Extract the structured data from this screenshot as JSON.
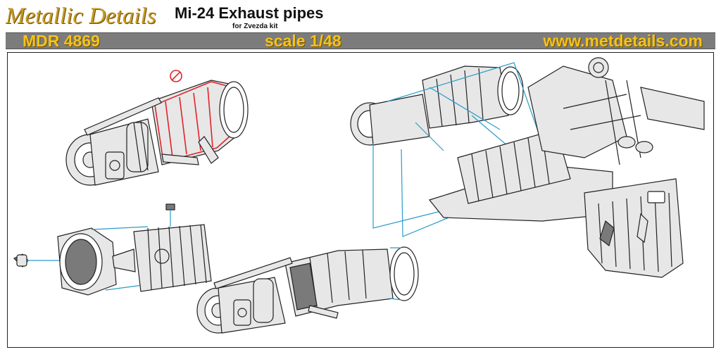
{
  "header": {
    "brand": "Metallic Details",
    "title": "Mi-24 Exhaust pipes",
    "subtitle": "for Zvezda kit"
  },
  "banner": {
    "product_code": "MDR 4869",
    "scale": "scale 1/48",
    "website": "www.metdetails.com"
  },
  "colors": {
    "brand_gold": "#c79a22",
    "banner_text": "#f6c21a",
    "banner_bg": "#7c7c7c",
    "highlight_red": "#e0242a",
    "leader_blue": "#2b9bc9"
  }
}
